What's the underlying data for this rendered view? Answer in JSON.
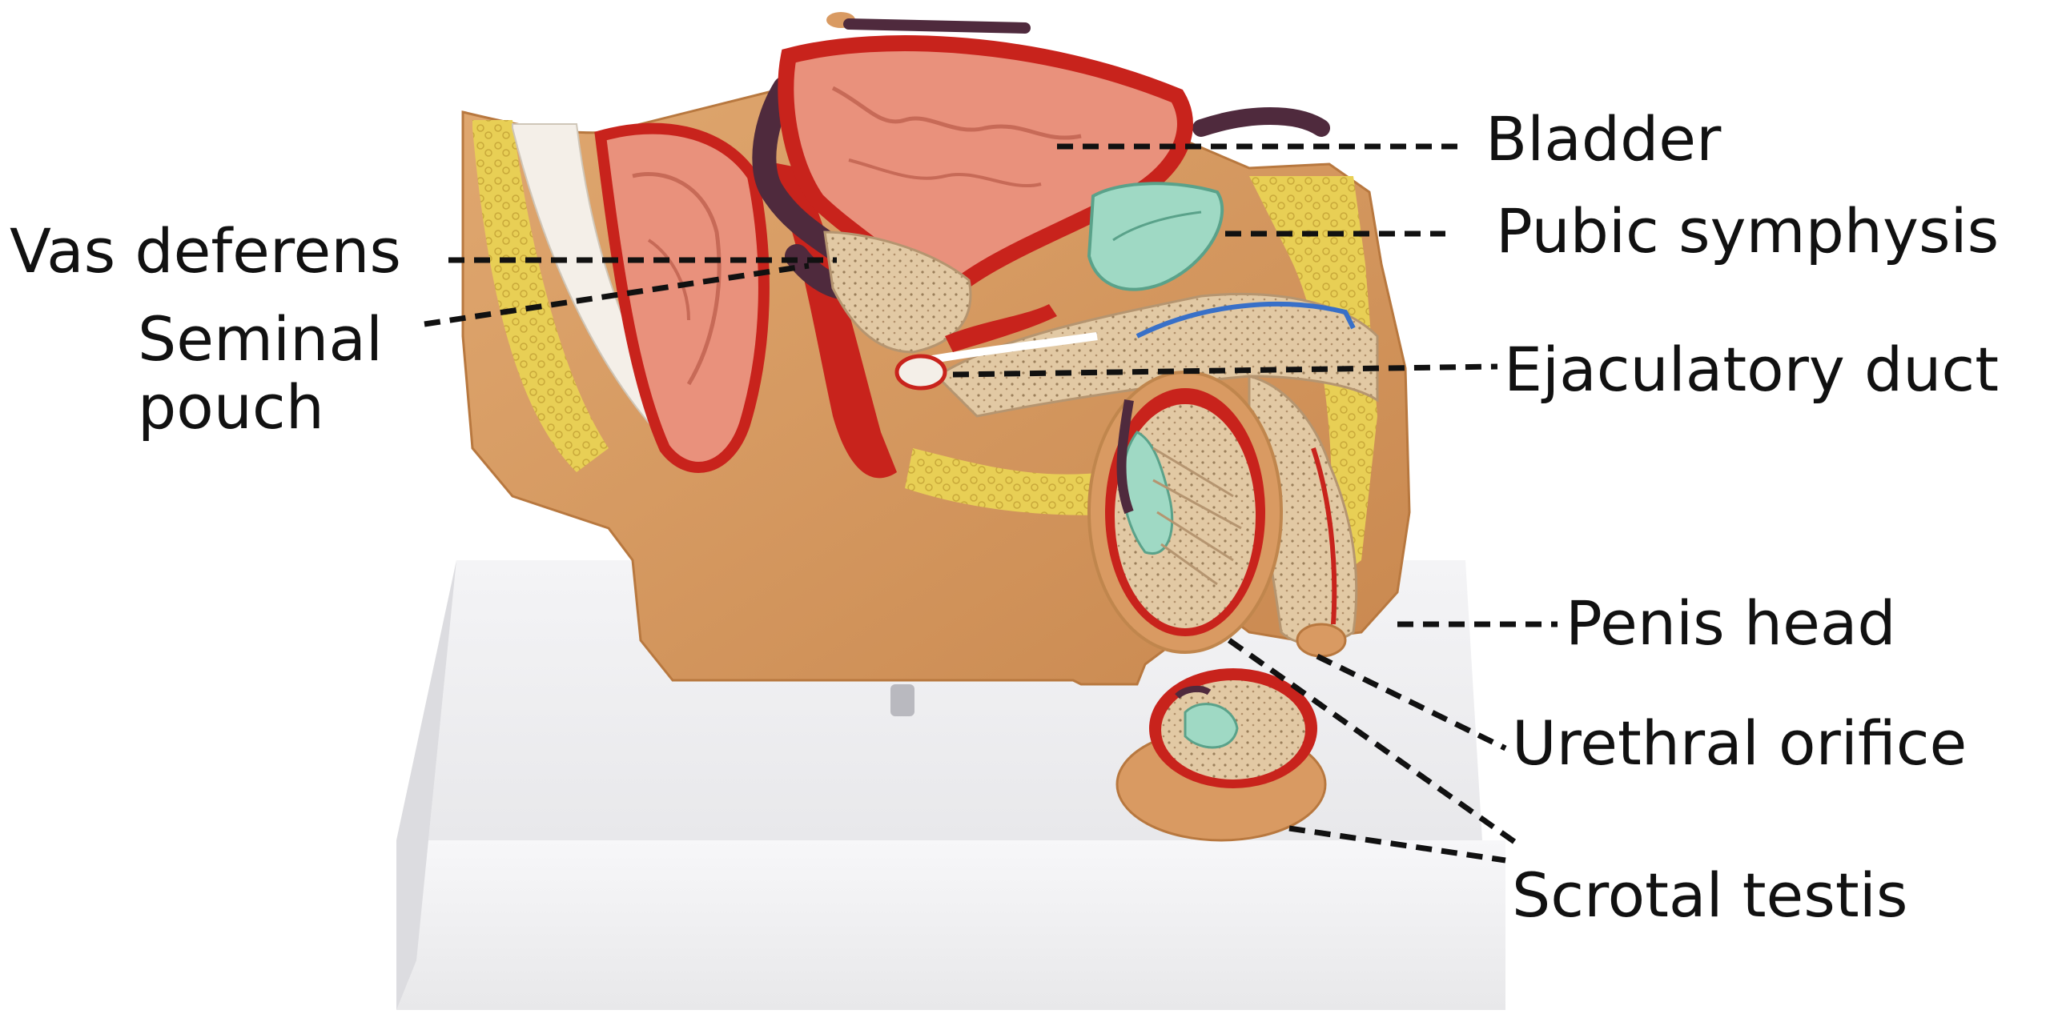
{
  "labels": {
    "bladder": "Bladder",
    "pubic_symphysis": "Pubic symphysis",
    "vas_deferens": "Vas deferens",
    "seminal_line1": "Seminal",
    "seminal_line2": "pouch",
    "ejaculatory_duct": "Ejaculatory duct",
    "penis_head": "Penis head",
    "urethral_orifice": "Urethral orifice",
    "scrotal_testis": "Scrotal testis"
  },
  "colors": {
    "skin": "#d99a62",
    "muscle_red": "#c8231c",
    "tissue_pink": "#e9917c",
    "fat_yellow": "#e8cf55",
    "cartilage_mint": "#9fd9c4",
    "vein_purple": "#4f2a3d",
    "base_white": "#ececee",
    "leader": "#111111"
  }
}
